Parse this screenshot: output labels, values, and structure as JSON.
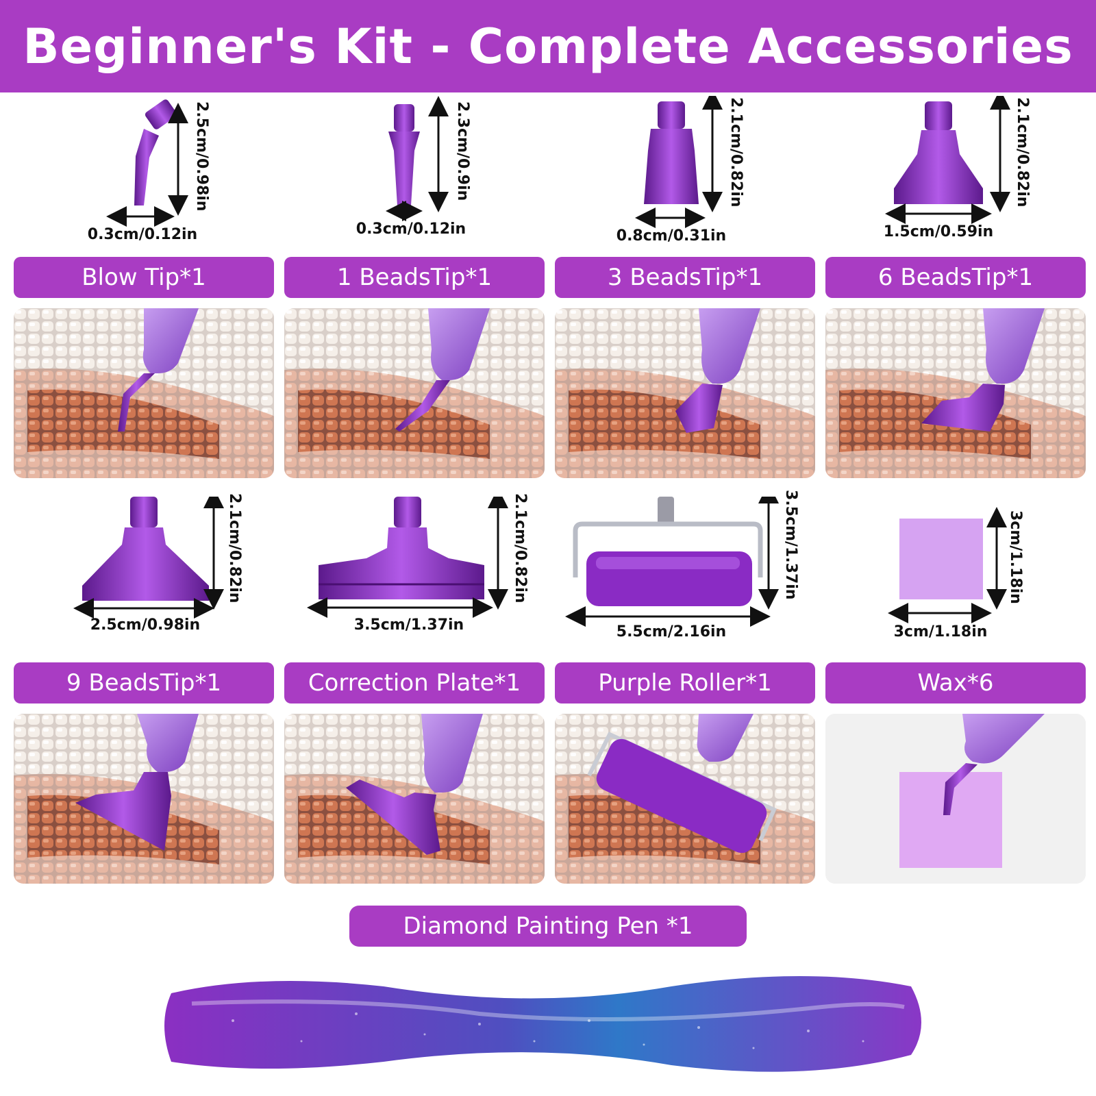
{
  "header": {
    "title": "Beginner's Kit - Complete Accessories"
  },
  "items": [
    {
      "label": "Blow Tip*1",
      "width_text": "0.3cm/0.12in",
      "height_text": "2.5cm/0.98in"
    },
    {
      "label": "1 BeadsTip*1",
      "width_text": "0.3cm/0.12in",
      "height_text": "2.3cm/0.9in"
    },
    {
      "label": "3 BeadsTip*1",
      "width_text": "0.8cm/0.31in",
      "height_text": "2.1cm/0.82in"
    },
    {
      "label": "6 BeadsTip*1",
      "width_text": "1.5cm/0.59in",
      "height_text": "2.1cm/0.82in"
    },
    {
      "label": "9 BeadsTip*1",
      "width_text": "2.5cm/0.98in",
      "height_text": "2.1cm/0.82in"
    },
    {
      "label": "Correction Plate*1",
      "width_text": "3.5cm/1.37in",
      "height_text": "2.1cm/0.82in"
    },
    {
      "label": "Purple Roller*1",
      "width_text": "5.5cm/2.16in",
      "height_text": "3.5cm/1.37in"
    },
    {
      "label": "Wax*6",
      "width_text": "3cm/1.18in",
      "height_text": "3cm/1.18in"
    }
  ],
  "pen": {
    "label": "Diamond Painting Pen *1"
  },
  "colors": {
    "brand_purple": "#a93cc3",
    "tip_purple": "#8a2bb8",
    "wax_lilac": "#d6a3f2"
  },
  "icons": [
    "blow-tip-icon",
    "single-bead-tip-icon",
    "three-bead-tip-icon",
    "six-bead-tip-icon",
    "nine-bead-tip-icon",
    "correction-plate-icon",
    "roller-icon",
    "wax-icon",
    "pen-icon"
  ]
}
